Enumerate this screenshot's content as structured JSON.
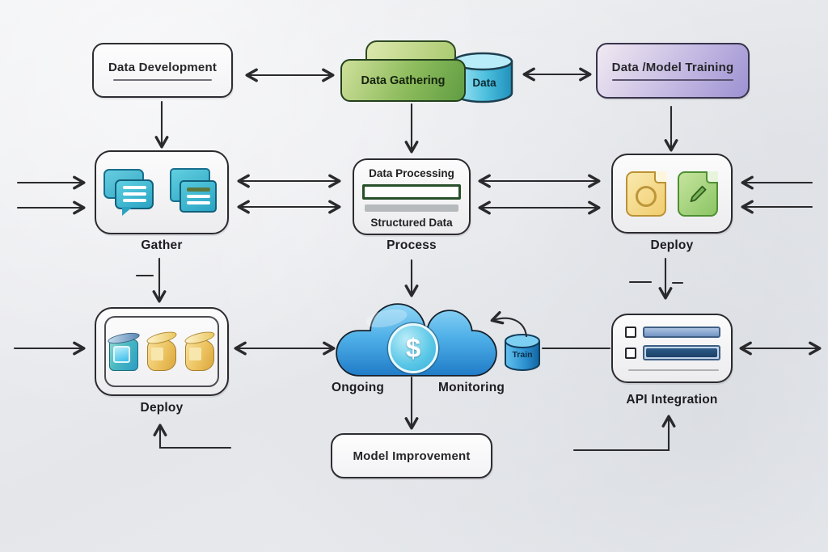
{
  "nodes": {
    "data_development": {
      "label": "Data Development"
    },
    "data_gathering": {
      "label": "Data Gathering"
    },
    "data_store": {
      "label": "Data"
    },
    "data_model_training": {
      "label": "Data /Model Training"
    },
    "gather": {
      "label": "Gather"
    },
    "process": {
      "title": "Data Processing",
      "subtitle": "Structured Data",
      "label": "Process"
    },
    "deploy_documents": {
      "label": "Deploy"
    },
    "deploy_storage": {
      "label": "Deploy"
    },
    "monitoring": {
      "left_label": "Ongoing",
      "right_label": "Monitoring",
      "dollar": "$"
    },
    "train_store": {
      "label": "Train"
    },
    "api_integration": {
      "label": "API Integration"
    },
    "model_improvement": {
      "label": "Model Improvement"
    }
  },
  "icons": {
    "gather_box": [
      "chat-bubbles-icon",
      "documents-icon"
    ],
    "deploy_documents_box": [
      "file-circle-icon",
      "file-pencil-icon"
    ],
    "deploy_storage_box": [
      "teal-jar-icon",
      "yellow-jar-icon",
      "yellow-jar-icon"
    ],
    "monitoring_node": [
      "cloud-icon",
      "dollar-icon"
    ],
    "api_box": [
      "checkbox-icon",
      "bar-icon"
    ]
  },
  "colors": {
    "arrow": "#2a2a2c",
    "gathering_green": "#6fa64a",
    "training_purple": "#a095d3",
    "data_cyan": "#3cb4d8",
    "cloud_blue": "#2f9ad8",
    "file_yellow": "#f2cf72",
    "file_green": "#8ec767",
    "api_bar_blue": "#7698c6",
    "process_bar_green": "#274f28"
  }
}
